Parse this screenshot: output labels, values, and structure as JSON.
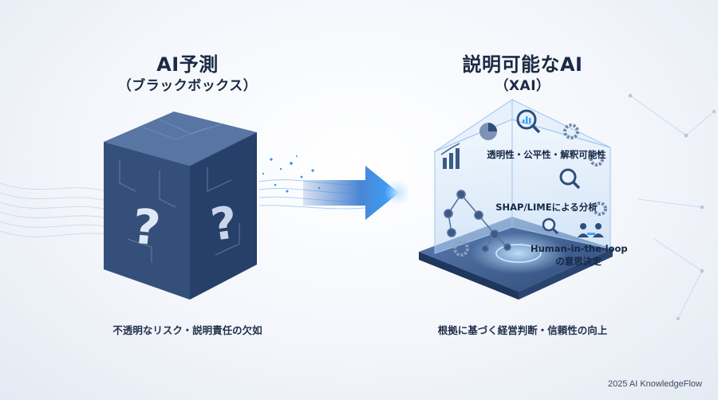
{
  "left": {
    "title_line1": "AI予測",
    "title_line2": "（ブラックボックス）",
    "caption": "不透明なリスク・説明責任の欠如",
    "cube_glyph": "?"
  },
  "right": {
    "title_line1": "説明可能なAI",
    "title_line2": "（XAI）",
    "caption": "根拠に基づく経営判断・信頼性の向上",
    "labels": {
      "transparency": "透明性・公平性・解釈可能性",
      "shap": "SHAP/LIMEによる分析",
      "hitl_line1": "Human-in-the-loop",
      "hitl_line2": "の意思決定"
    }
  },
  "footer": "2025 AI KnowledgeFlow",
  "colors": {
    "cube_front": "#34507a",
    "cube_side": "#26406a",
    "cube_top": "#5875a3",
    "accent_blue": "#3aa3ff",
    "glass": "#cfe4fb"
  },
  "icons": [
    "chart-bars-icon",
    "pie-chart-icon",
    "magnifier-chart-icon",
    "gear-icon",
    "decision-tree-icon",
    "magnifier-icon",
    "people-icon"
  ]
}
